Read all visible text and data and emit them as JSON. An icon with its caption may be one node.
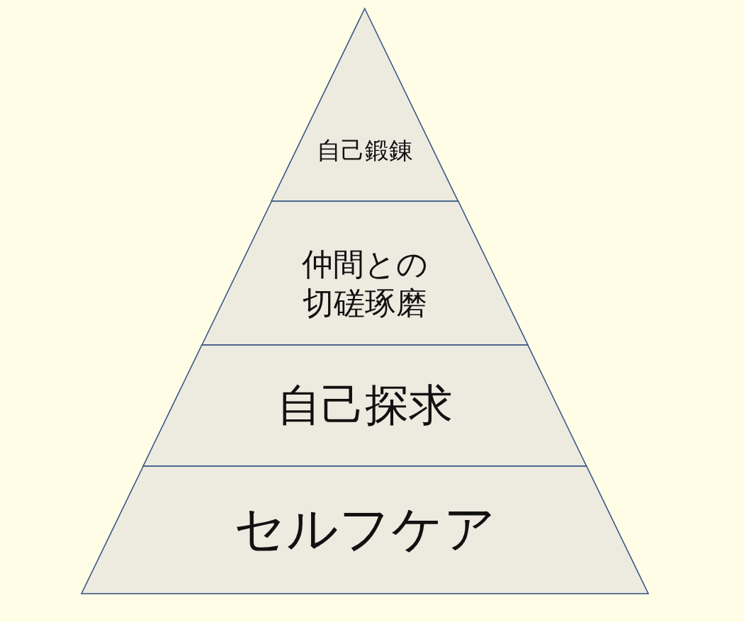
{
  "diagram": {
    "nodes": [
      {
        "text": [
          "自己鍛錬"
        ]
      },
      {
        "text": [
          "仲間との切磋琢磨"
        ]
      },
      {
        "text": [
          "自己探求"
        ]
      },
      {
        "text": [
          "セルフケア"
        ]
      }
    ]
  }
}
